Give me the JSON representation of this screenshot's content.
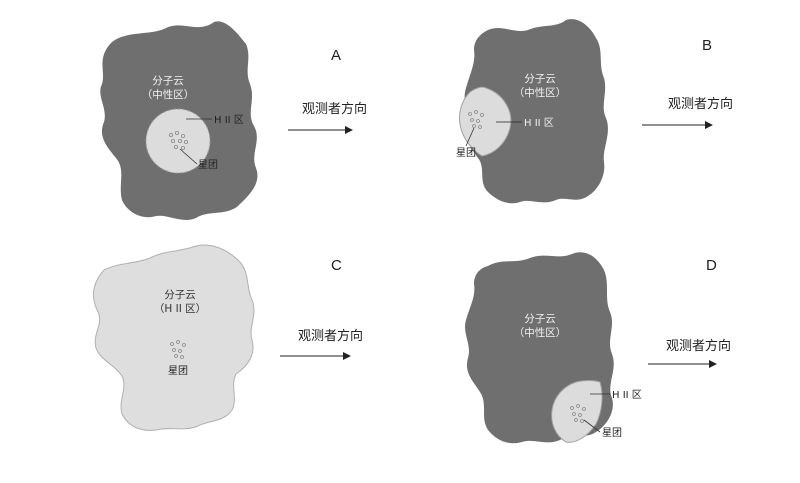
{
  "panels": [
    {
      "letter": "A",
      "cloud_label": [
        "分子云",
        "（中性区）"
      ],
      "hii_label": "H II 区",
      "cluster_label": "星团",
      "arrow_label": "观测者方向"
    },
    {
      "letter": "B",
      "cloud_label": [
        "分子云",
        "（中性区）"
      ],
      "hii_label": "H II 区",
      "cluster_label": "星团",
      "arrow_label": "观测者方向"
    },
    {
      "letter": "C",
      "cloud_label": [
        "分子云",
        "（H II 区）"
      ],
      "cluster_label": "星团",
      "arrow_label": "观测者方向"
    },
    {
      "letter": "D",
      "cloud_label": [
        "分子云",
        "（中性区）"
      ],
      "hii_label": "H II 区",
      "cluster_label": "星团",
      "arrow_label": "观测者方向"
    }
  ],
  "colors": {
    "molecular_cloud": "#6f6f6f",
    "hii_region": "#dcdcdc",
    "ionized_cloud": "#dedede",
    "outline": "#9a9a9a",
    "text": "#222222"
  }
}
